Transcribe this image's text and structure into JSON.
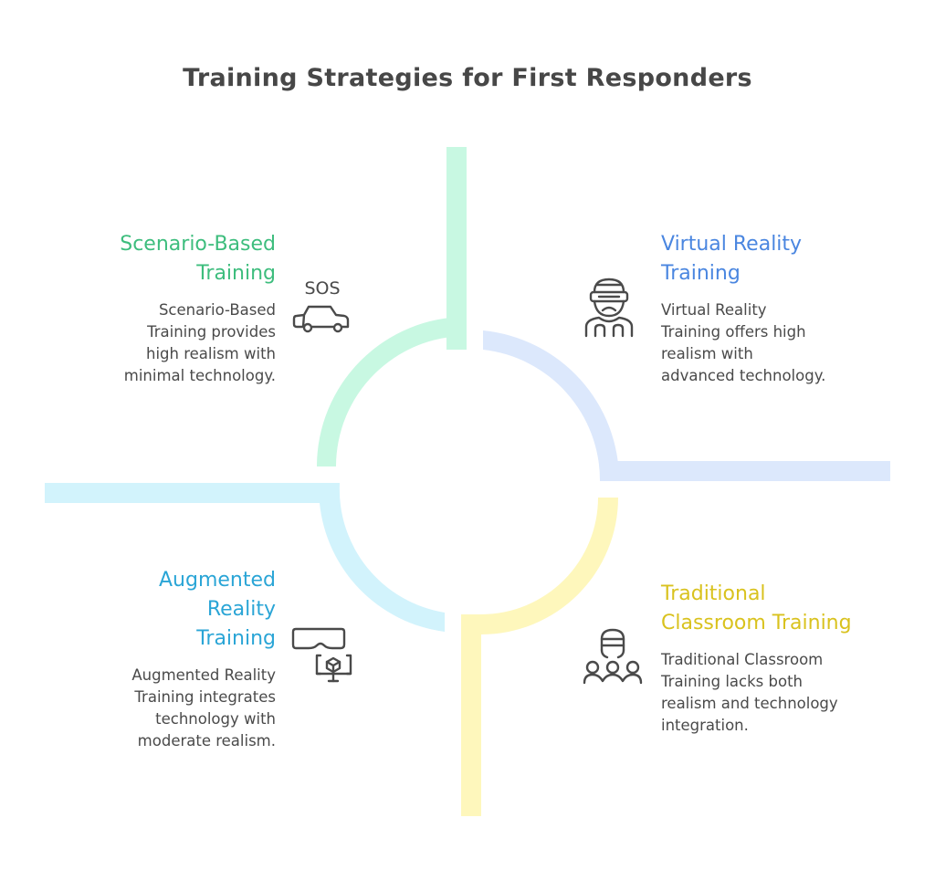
{
  "title": "Training Strategies for First Responders",
  "colors": {
    "scenario": "#3dbd7d",
    "virtual": "#4a86e0",
    "augmented": "#2aa5d6",
    "traditional": "#d9c21e",
    "scenario_band": "#c8f8e2",
    "virtual_band": "#dce8fc",
    "augmented_band": "#d2f3fc",
    "traditional_band": "#fef7bc",
    "icon_stroke": "#4a4a4a"
  },
  "quadrants": {
    "scenario": {
      "heading_lines": [
        "Scenario-Based",
        "Training"
      ],
      "description_lines": [
        "Scenario-Based",
        "Training provides",
        "high realism with",
        "minimal technology."
      ],
      "icon": "sos-car-icon",
      "icon_text": "SOS"
    },
    "virtual": {
      "heading_lines": [
        "Virtual Reality",
        "Training"
      ],
      "description_lines": [
        "Virtual Reality",
        "Training offers high",
        "realism with",
        "advanced technology."
      ],
      "icon": "vr-headset-person-icon"
    },
    "augmented": {
      "heading_lines": [
        "Augmented",
        "Reality",
        "Training"
      ],
      "description_lines": [
        "Augmented Reality",
        "Training integrates",
        "technology with",
        "moderate realism."
      ],
      "icon": "ar-headset-monitor-icon"
    },
    "traditional": {
      "heading_lines": [
        "Traditional",
        "Classroom Training"
      ],
      "description_lines": [
        "Traditional Classroom",
        "Training lacks both",
        "realism and technology",
        "integration."
      ],
      "icon": "classroom-group-icon"
    }
  }
}
